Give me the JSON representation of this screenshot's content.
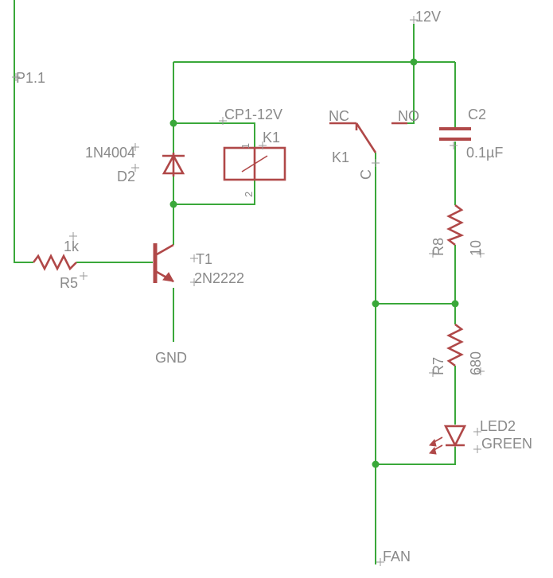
{
  "schematic": {
    "nets": {
      "p11": "P1.1",
      "v12": "12V",
      "gnd": "GND",
      "fan": "FAN"
    },
    "relay_coil": {
      "name": "K1",
      "value": "CP1-12V",
      "pin1": "1",
      "pin2": "2"
    },
    "relay_switch": {
      "name": "K1",
      "nc": "NC",
      "no": "NO",
      "common": "C"
    },
    "diode": {
      "name": "D2",
      "value": "1N4004"
    },
    "base_resistor": {
      "name": "R5",
      "value": "1k"
    },
    "transistor": {
      "name": "T1",
      "value": "2N2222"
    },
    "capacitor": {
      "name": "C2",
      "value": "0.1µF"
    },
    "resistor_r8": {
      "name": "R8",
      "value": "10"
    },
    "resistor_r7": {
      "name": "R7",
      "value": "680"
    },
    "led": {
      "name": "LED2",
      "value": "GREEN"
    },
    "colors": {
      "wire": "#3aa83a",
      "component": "#b04848",
      "label": "#8a8a8a",
      "background": "#ffffff"
    }
  }
}
